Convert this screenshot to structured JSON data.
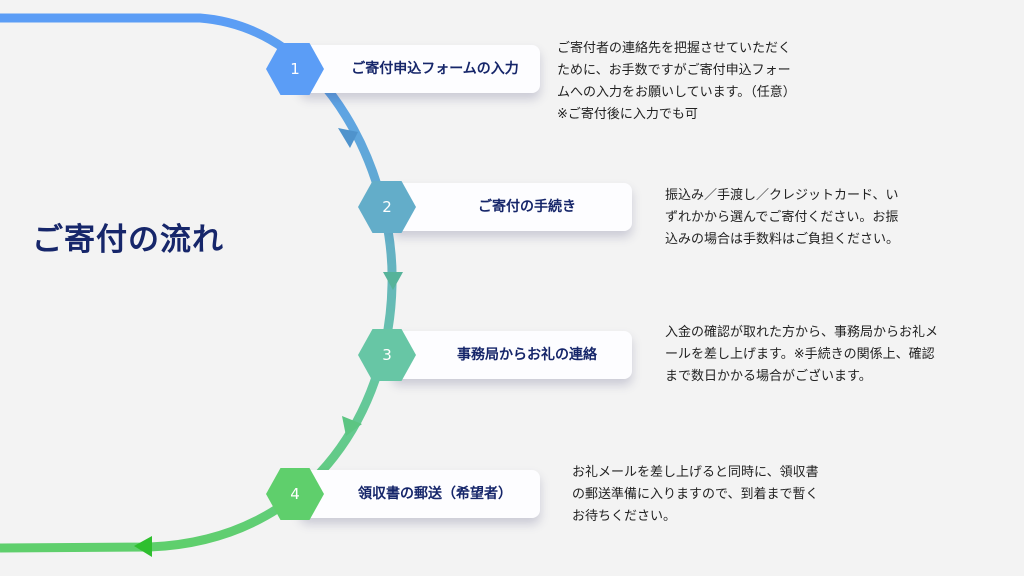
{
  "title": "ご寄付の流れ",
  "steps": [
    {
      "number": "1",
      "label": "ご寄付申込フォームの入力",
      "color": "#5b9df6",
      "description": "ご寄付者の連絡先を把握させていただくために、お手数ですがご寄付申込フォームへの入力をお願いしています。（任意）※ご寄付後に入力でも可"
    },
    {
      "number": "2",
      "label": "ご寄付の手続き",
      "color": "#63adc9",
      "description": "振込み／手渡し／クレジットカード、いずれかから選んでご寄付ください。お振込みの場合は手数料はご負担ください。"
    },
    {
      "number": "3",
      "label": "事務局からお礼の連絡",
      "color": "#67c6a5",
      "description": "入金の確認が取れた方から、事務局からお礼メールを差し上げます。※手続きの関係上、確認まで数日かかる場合がございます。"
    },
    {
      "number": "4",
      "label": "領収書の郵送（希望者）",
      "color": "#5fcf6c",
      "description": "お礼メールを差し上げると同時に、領収書の郵送準備に入りますので、到着まで暫くお待ちください。"
    }
  ]
}
